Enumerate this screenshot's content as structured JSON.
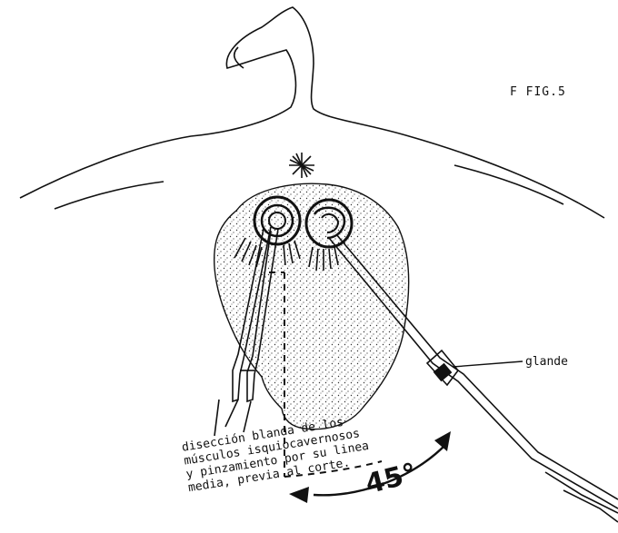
{
  "figure_label": "F FIG.5",
  "glande_label": "glande",
  "angle_label": "45°",
  "caption": [
    "disección blanda de los",
    "músculos isquiocavernosos",
    "y pinzamiento por su linea",
    "media, previa al corte."
  ],
  "colors": {
    "ink": "#111111",
    "background": "#ffffff",
    "stipple": "#333333"
  },
  "icons": [
    "asterisk-mark",
    "forceps-left",
    "clamp-right",
    "angle-arc-arrow"
  ]
}
